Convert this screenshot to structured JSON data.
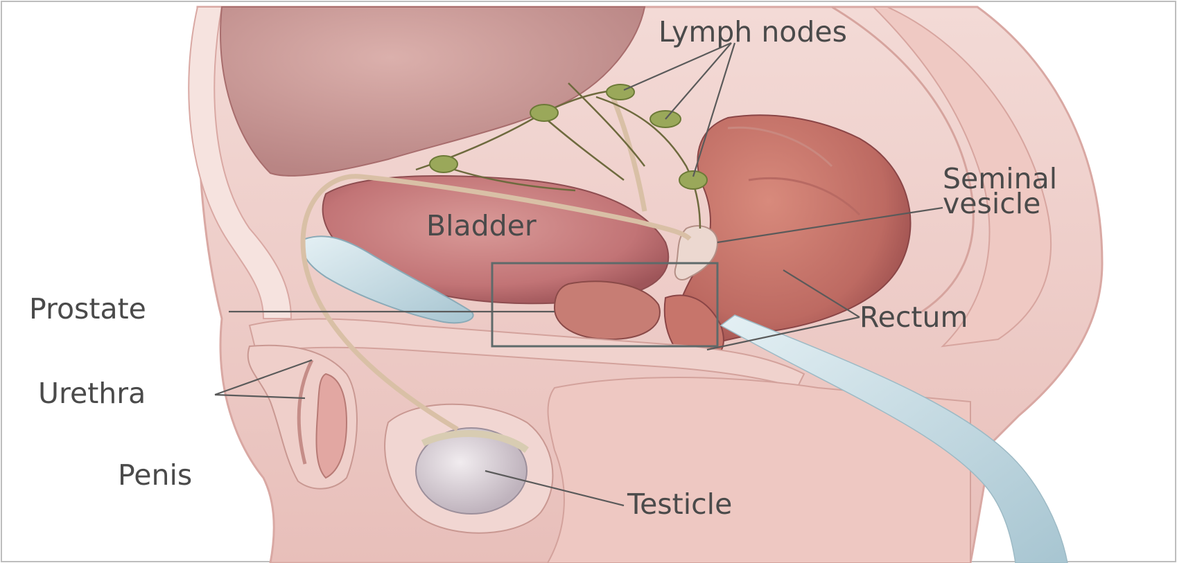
{
  "diagram": {
    "labels": {
      "lymph_nodes": "Lymph nodes",
      "seminal_vesicle_line1": "Seminal",
      "seminal_vesicle_line2": "vesicle",
      "bladder": "Bladder",
      "prostate": "Prostate",
      "rectum": "Rectum",
      "urethra": "Urethra",
      "penis": "Penis",
      "testicle": "Testicle"
    }
  }
}
